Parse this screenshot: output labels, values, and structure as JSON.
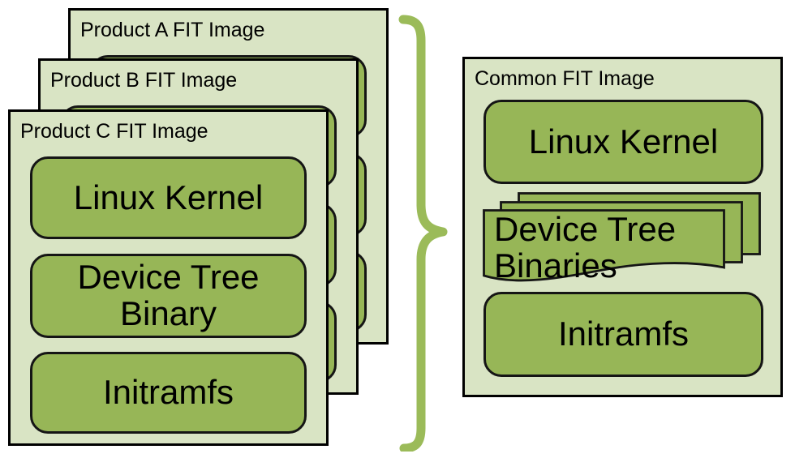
{
  "products": [
    {
      "title": "Product A FIT Image"
    },
    {
      "title": "Product B FIT Image"
    },
    {
      "title": "Product C FIT Image",
      "components": [
        "Linux Kernel",
        "Device Tree Binary",
        "Initramfs"
      ]
    }
  ],
  "common": {
    "title": "Common FIT Image",
    "components": [
      "Linux Kernel",
      "Device Tree Binaries",
      "Initramfs"
    ]
  },
  "colors": {
    "card_bg": "#D9E4C4",
    "box_fill": "#97B657",
    "brace": "#9BBB59",
    "outline": "#000000"
  }
}
